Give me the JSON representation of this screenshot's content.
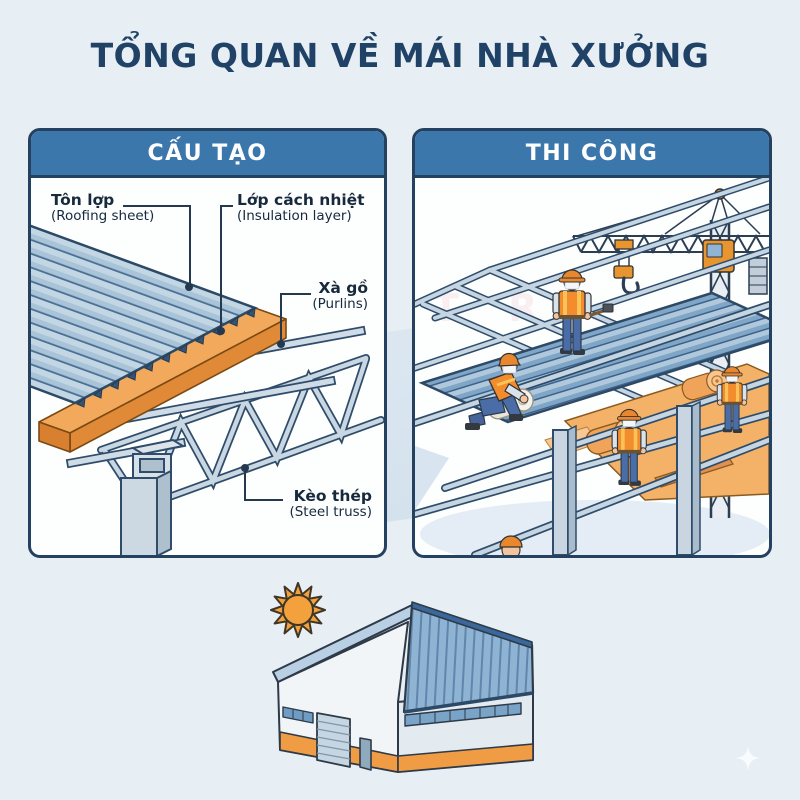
{
  "title": "TỔNG QUAN VỀ MÁI NHÀ XƯỞNG",
  "panels": {
    "structure": {
      "header": "CẤU TẠO"
    },
    "construction": {
      "header": "THI CÔNG"
    }
  },
  "annotations": {
    "roofing": {
      "term": "Tôn lợp",
      "translation": "(Roofing sheet)"
    },
    "insulation": {
      "term": "Lớp cách nhiệt",
      "translation": "(Insulation layer)"
    },
    "purlins": {
      "term": "Xà gồ",
      "translation": "(Purlins)"
    },
    "truss": {
      "term": "Kèo thép",
      "translation": "(Steel truss)"
    }
  },
  "icons": {
    "sun": "sun-icon",
    "sparkle": "sparkle-icon",
    "crane": "tower-crane-icon"
  },
  "colors": {
    "background": "#e7eef4",
    "title": "#1f4266",
    "header_bg": "#3c77ac",
    "panel_border": "#24425f",
    "roof_blue": "#8fb3d2",
    "insulation_orange": "#f0a455",
    "steel_gray": "#c9d7e3",
    "safety_orange": "#f28c2c"
  }
}
